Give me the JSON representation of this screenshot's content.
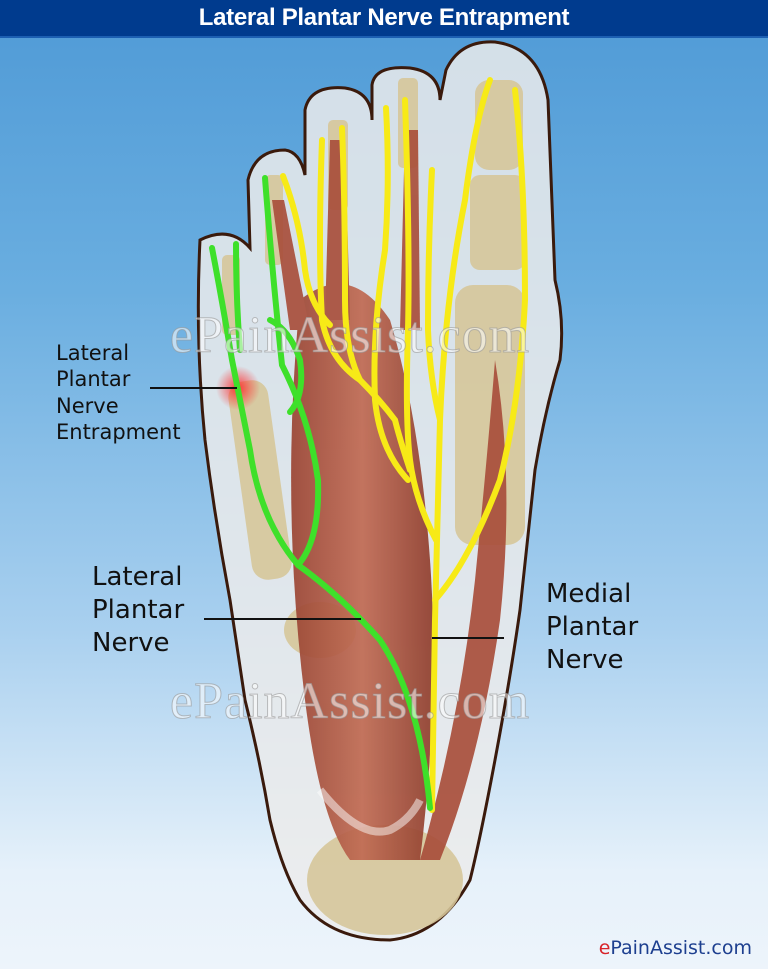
{
  "title": "Lateral Plantar Nerve Entrapment",
  "colors": {
    "title_bar": "#003b8e",
    "background_top": "#4f9ad6",
    "background_bottom": "#edf4fb",
    "lateral_nerve": "#3ee02a",
    "medial_nerve": "#f7ea17",
    "muscle": "#a94f3b",
    "bone": "#d6c79a",
    "skin_outline": "#3a1a0c",
    "entrapment_highlight": "#ff3b3b",
    "brand_e": "#d8232a",
    "brand_text": "#1d3f8f"
  },
  "labels": {
    "entrapment": {
      "line1": "Lateral",
      "line2": "Plantar",
      "line3": "Nerve",
      "line4": "Entrapment"
    },
    "lateral_plantar_nerve": {
      "line1": "Lateral",
      "line2": "Plantar",
      "line3": "Nerve"
    },
    "medial_plantar_nerve": {
      "line1": "Medial",
      "line2": "Plantar",
      "line3": "Nerve"
    }
  },
  "watermark": "ePainAssist.com",
  "brand": {
    "prefix": "e",
    "rest": "PainAssist.com"
  }
}
